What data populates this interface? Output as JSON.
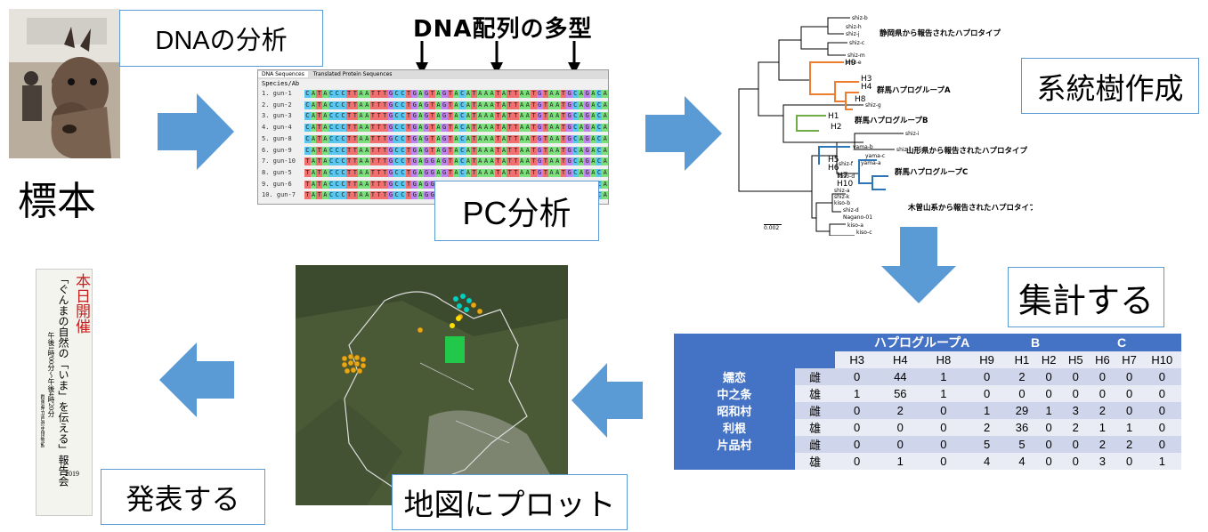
{
  "labels": {
    "dna_analysis": "DNAの分析",
    "specimen": "標本",
    "polymorphism": "DNA配列の多型",
    "pc_analysis": "PC分析",
    "tree_creation": "系統樹作成",
    "aggregate": "集計する",
    "plot_map": "地図にプロット",
    "present": "発表する"
  },
  "sequence_panel": {
    "tabs": [
      "DNA Sequences",
      "Translated Protein Sequences"
    ],
    "header": "Species/Ab",
    "rows": [
      "1. gun-1",
      "2. gun-2",
      "3. gun-3",
      "4. gun-4",
      "5. gun-8",
      "6. gun-9",
      "7. gun-10",
      "8. gun-5",
      "9. gun-6",
      "10. gun-7"
    ]
  },
  "tree": {
    "leaves_top": [
      "shiz-b",
      "shiz-h",
      "shiz-j",
      "shiz-c",
      "shiz-m"
    ],
    "group_shizuoka": "静岡県から報告されたハプロタイプ",
    "group_A": "群馬ハプログループA",
    "group_B": "群馬ハプログループB",
    "group_yamagata": "山形県から報告されたハプロタイプ",
    "group_C": "群馬ハプログループC",
    "group_kiso": "木曽山系から報告されたハプロタイプ",
    "hap_A": [
      "H9",
      "H3",
      "H4",
      "H8"
    ],
    "hap_B": [
      "H1",
      "H2"
    ],
    "hap_C": [
      "H5",
      "H6",
      "H7",
      "H10"
    ],
    "other_leaves": [
      "shiz-e",
      "shiz-g",
      "shiz-i",
      "shiz-l",
      "yama-b",
      "yama-c",
      "yama-a",
      "shiz-f",
      "kiso-d",
      "shiz-a",
      "shiz-k",
      "kiso-b",
      "shiz-d",
      "Nagano-01",
      "kiso-a",
      "kiso-c"
    ],
    "scale": "0.002"
  },
  "table": {
    "group_headers": [
      "ハプログループA",
      "B",
      "C"
    ],
    "columns": [
      "H3",
      "H4",
      "H8",
      "H9",
      "H1",
      "H2",
      "H5",
      "H6",
      "H7",
      "H10"
    ],
    "rows": [
      {
        "place": "嬬恋",
        "sex": "雌",
        "values": [
          "0",
          "44",
          "1",
          "0",
          "2",
          "0",
          "0",
          "0",
          "0",
          "0"
        ]
      },
      {
        "place": "中之条",
        "sex": "雄",
        "values": [
          "1",
          "56",
          "1",
          "0",
          "0",
          "0",
          "0",
          "0",
          "0",
          "0"
        ]
      },
      {
        "place": "昭和村",
        "sex": "雌",
        "values": [
          "0",
          "2",
          "0",
          "1",
          "29",
          "1",
          "3",
          "2",
          "0",
          "0"
        ]
      },
      {
        "place": "利根",
        "sex": "雄",
        "values": [
          "0",
          "0",
          "0",
          "2",
          "36",
          "0",
          "2",
          "1",
          "1",
          "0"
        ]
      },
      {
        "place": "片品村",
        "sex": "雌",
        "values": [
          "0",
          "0",
          "0",
          "5",
          "5",
          "0",
          "0",
          "2",
          "2",
          "0"
        ]
      },
      {
        "place": "",
        "sex": "雄",
        "values": [
          "0",
          "1",
          "0",
          "4",
          "4",
          "0",
          "0",
          "3",
          "0",
          "1"
        ]
      }
    ]
  },
  "banner": {
    "title": "本日開催",
    "main": "「ぐんまの自然の「いま」を伝える」報告会",
    "time": "午後1時00分〜午後4時20分",
    "org": "群馬県立自然史博物館",
    "year": "2019"
  },
  "colors": {
    "arrow": "#5b9bd5",
    "box_border": "#5b9bd5",
    "table_header": "#4472c4",
    "group_A": "#ed7d31",
    "group_B": "#70ad47",
    "group_C": "#2e75b6"
  }
}
